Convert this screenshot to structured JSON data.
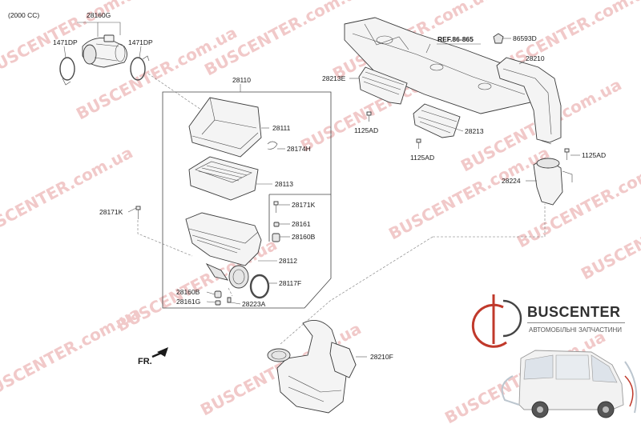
{
  "engine_note": "(2000 CC)",
  "parts": {
    "p28160G": "28160G",
    "p1471DP_l": "1471DP",
    "p1471DP_r": "1471DP",
    "p28110": "28110",
    "p28111": "28111",
    "p28174H": "28174H",
    "p28113": "28113",
    "p28171K_l": "28171K",
    "p28171K_r": "28171K",
    "p28161": "28161",
    "p28160B_r": "28160B",
    "p28112": "28112",
    "p28117F": "28117F",
    "p28160B_l": "28160B",
    "p28161G": "28161G",
    "p28223A": "28223A",
    "p28210F": "28210F",
    "p28213E": "28213E",
    "p1125AD_a": "1125AD",
    "p28213": "28213",
    "p1125AD_b": "1125AD",
    "p86593D": "86593D",
    "p28210": "28210",
    "p1125AD_c": "1125AD",
    "p28224": "28224"
  },
  "ref_label": "REF.86-865",
  "fr_label": "FR.",
  "watermark": "BUSCENTER.com.ua",
  "logo": {
    "name": "BUSCENTER",
    "tagline": "АВТОМОБІЛЬНІ ЗАПЧАСТИНИ",
    "accent": "#c0392b"
  },
  "colors": {
    "watermark": "#f1c9c9",
    "line": "#3a3a3a"
  }
}
